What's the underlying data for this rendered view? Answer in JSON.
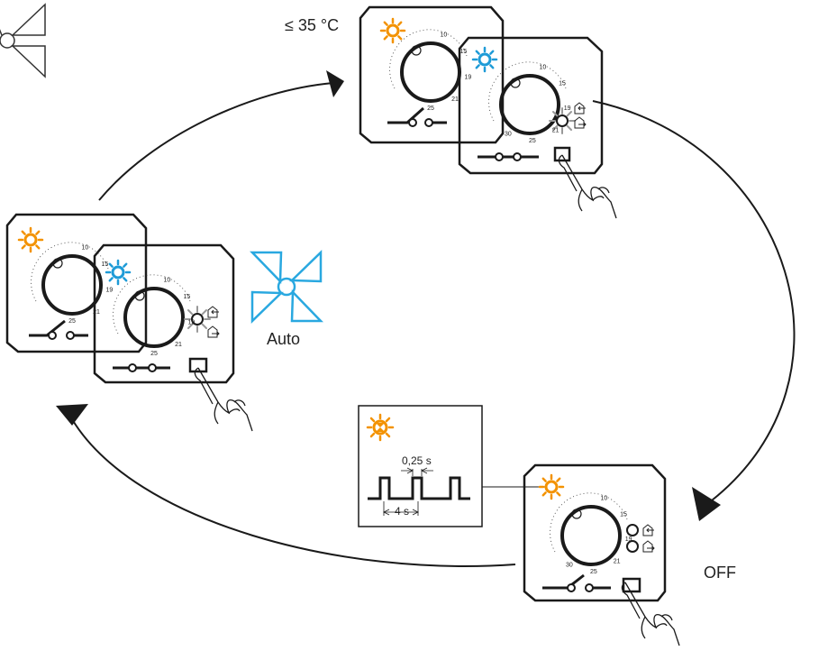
{
  "labels": {
    "temp_limit": "≤ 35 °C",
    "auto": "Auto",
    "off": "OFF",
    "pulse_width": "0,25 s",
    "pulse_period": "4 s"
  },
  "dial_ticks": [
    "10",
    "15",
    "19",
    "21",
    "25",
    "30"
  ],
  "colors": {
    "heating_led": "#F39200",
    "cooling_led": "#1E9BD7",
    "fan_auto": "#29A8E0",
    "line": "#1a1a1a"
  }
}
